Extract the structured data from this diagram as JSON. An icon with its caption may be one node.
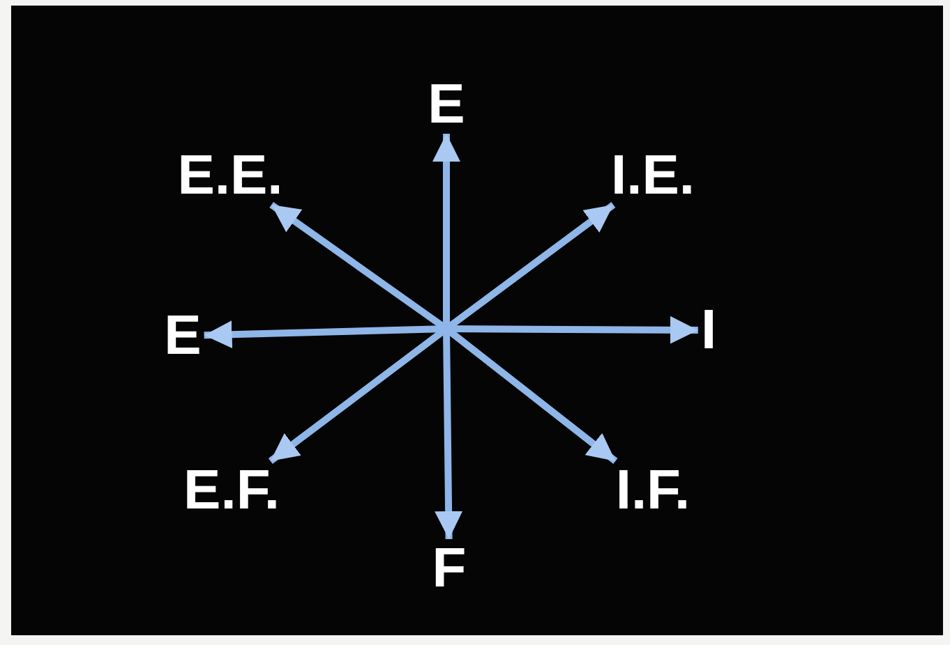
{
  "diagram": {
    "nodes": [
      {
        "text": [
          "E"
        ]
      },
      {
        "text": [
          "E.E."
        ]
      },
      {
        "text": [
          "I.E."
        ]
      },
      {
        "text": [
          "E"
        ]
      },
      {
        "text": [
          "I"
        ]
      },
      {
        "text": [
          "E.F."
        ]
      },
      {
        "text": [
          "I.F."
        ]
      },
      {
        "text": [
          "F"
        ]
      }
    ],
    "edges": [
      {
        "from": null,
        "to": 0,
        "arrow": "to"
      },
      {
        "from": null,
        "to": 1,
        "arrow": "to"
      },
      {
        "from": null,
        "to": 2,
        "arrow": "to"
      },
      {
        "from": null,
        "to": 3,
        "arrow": "to"
      },
      {
        "from": null,
        "to": 4,
        "arrow": "to"
      },
      {
        "from": null,
        "to": 5,
        "arrow": "to"
      },
      {
        "from": null,
        "to": 6,
        "arrow": "to"
      },
      {
        "from": null,
        "to": 7,
        "arrow": "to"
      }
    ]
  }
}
